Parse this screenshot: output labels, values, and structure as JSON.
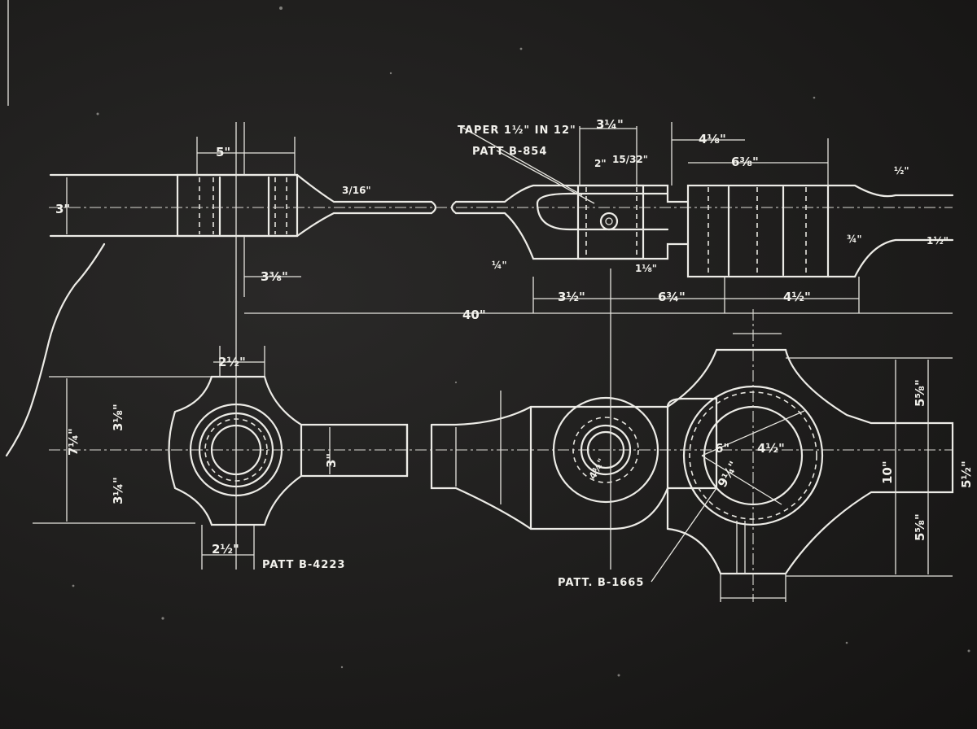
{
  "drawing": {
    "overall_length": "40\"",
    "notes": {
      "taper": "TAPER 1½\" IN 12\"",
      "patt_top": "PATT B-854",
      "patt_left": "PATT B-4223",
      "patt_right": "PATT. B-1665"
    },
    "top_dims": {
      "d5": "5\"",
      "d3": "3\"",
      "d338": "3⅜\"",
      "d314_top": "3¼\"",
      "d2": "2\"",
      "d1532": "15/32\"",
      "d418": "4⅛\"",
      "d638_top": "6⅜\"",
      "d312": "3½\"",
      "d634": "6¾\"",
      "d412": "4½\"",
      "d12": "½\"",
      "d316": "3/16\"",
      "d118": "1⅛\"",
      "d112": "1½\"",
      "d34": "¾\"",
      "d14": "¼\""
    },
    "bottom_dims": {
      "d212_a": "2½\"",
      "d714": "7¼\"",
      "d318": "3⅛\"",
      "d314": "3¼\"",
      "d3": "3\"",
      "d212_b": "2½\"",
      "d6": "6\"",
      "d412": "4½\"",
      "d914": "9¼\"",
      "d434": "4¾\"",
      "d10": "10\"",
      "d558": "5⅝\"",
      "d512": "5½\""
    }
  }
}
